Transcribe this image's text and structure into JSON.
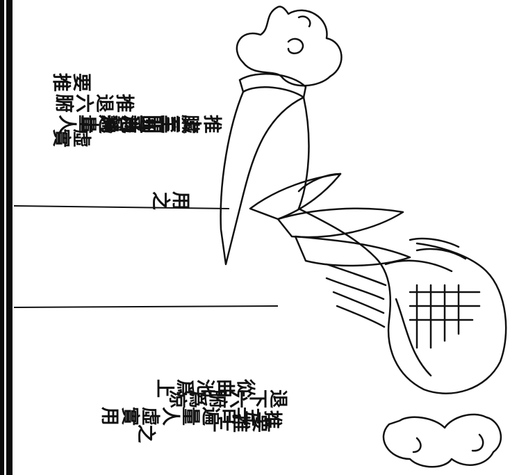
{
  "document": {
    "upper_text": {
      "columns": [
        "推上三關爲熱",
        "臟至曲池爲止",
        "三五百遍量人",
        "用之",
        "推退六腑",
        "要推",
        "虛實"
      ]
    },
    "lower_text": {
      "columns": [
        "退下六腑爲涼",
        "從曲池爲上",
        "五百遍量人虛實用",
        "之",
        "要推三",
        "推三"
      ]
    }
  }
}
